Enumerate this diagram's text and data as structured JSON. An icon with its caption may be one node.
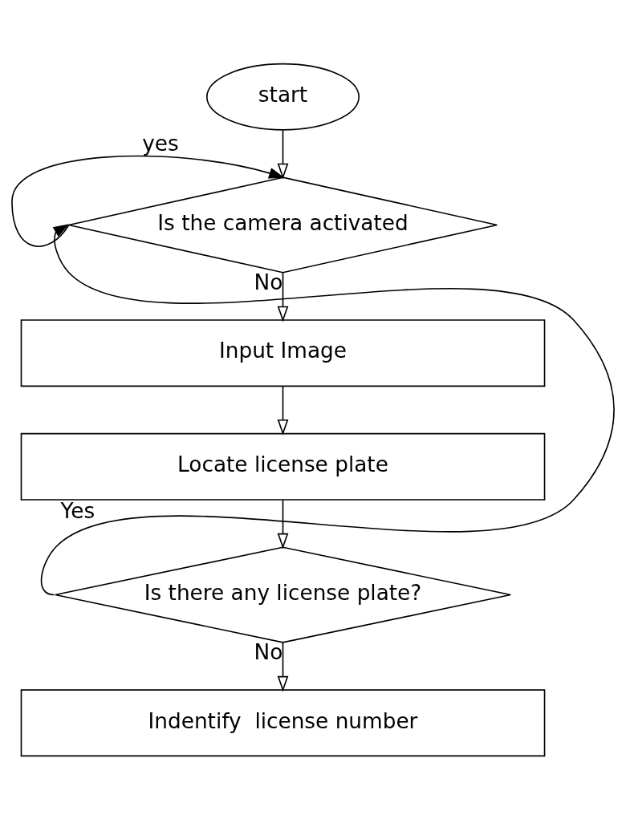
{
  "diagram": {
    "nodes": [
      {
        "text": [
          "start"
        ]
      },
      {
        "text": [
          "Is the camera activated"
        ]
      },
      {
        "text": [
          "Input Image"
        ]
      },
      {
        "text": [
          "Locate license plate"
        ]
      },
      {
        "text": [
          "Is there any license plate?"
        ]
      },
      {
        "text": [
          "Indentify  license number"
        ]
      }
    ],
    "edges": [
      {
        "from": 0,
        "to": 1,
        "arrow": "to"
      },
      {
        "from": 1,
        "to": 1,
        "arrow": "to",
        "label": "yes"
      },
      {
        "from": 1,
        "to": 2,
        "arrow": "to",
        "label": "No"
      },
      {
        "from": 2,
        "to": 3,
        "arrow": "to"
      },
      {
        "from": 3,
        "to": 4,
        "arrow": "to"
      },
      {
        "from": 4,
        "to": 1,
        "arrow": "to",
        "label": "Yes"
      },
      {
        "from": 4,
        "to": 5,
        "arrow": "to",
        "label": "No"
      }
    ]
  }
}
